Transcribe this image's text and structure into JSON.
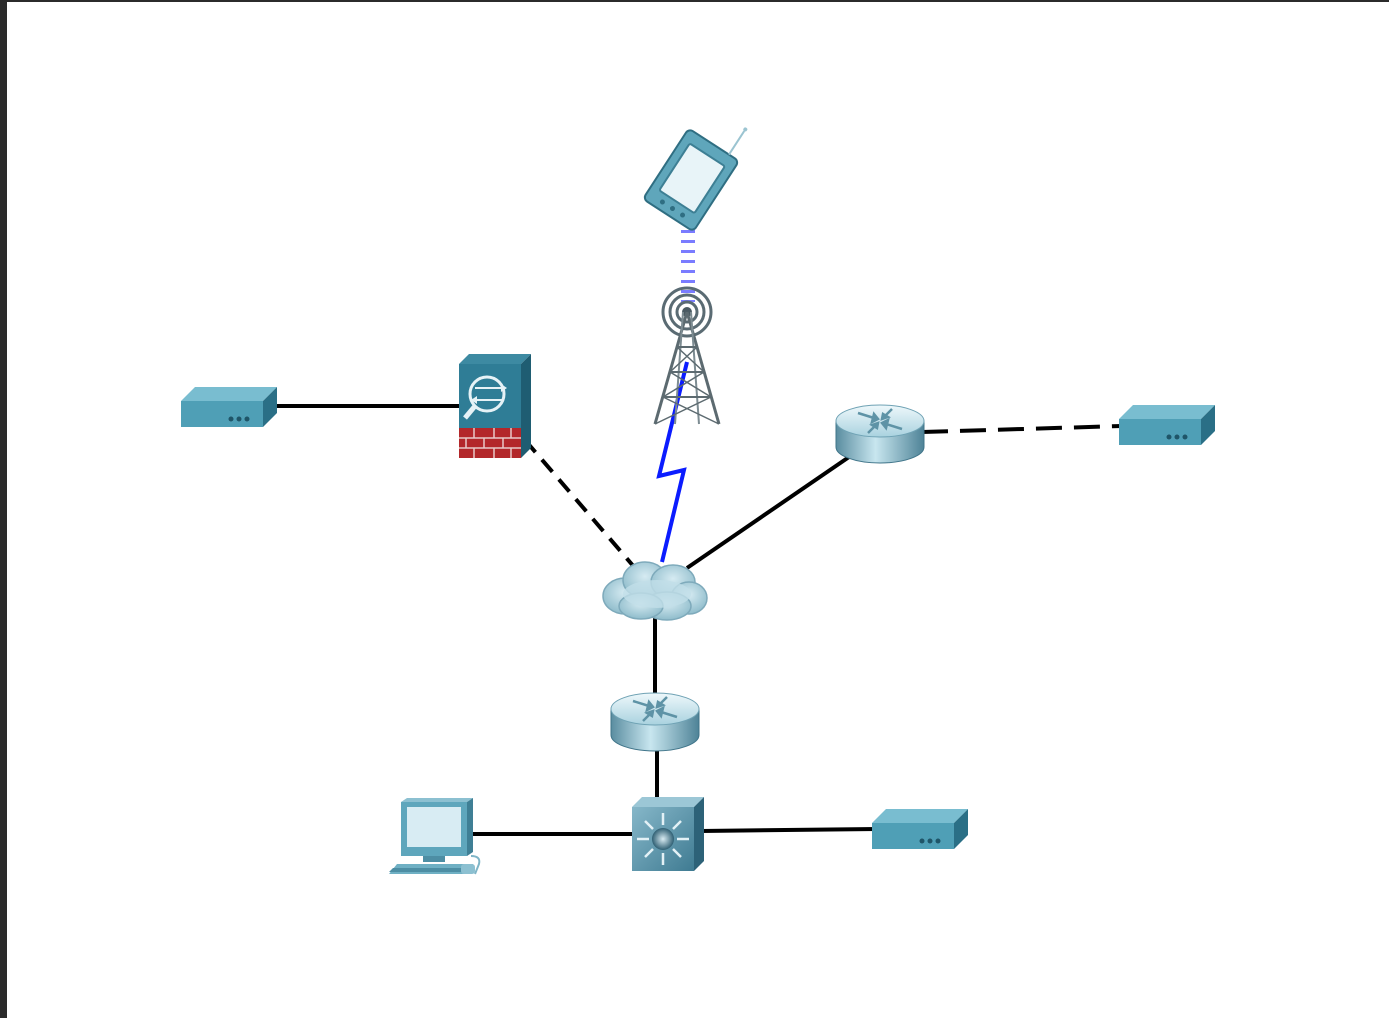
{
  "diagram": {
    "background": "#ffffff",
    "frame_color": "#2b2b2b",
    "device_color": "#5aa8bd",
    "links": [
      {
        "from": "modem-left",
        "to": "firewall",
        "type": "straight-through"
      },
      {
        "from": "firewall",
        "to": "cloud",
        "type": "crossover"
      },
      {
        "from": "cell-tower",
        "to": "cloud",
        "type": "serial"
      },
      {
        "from": "phone",
        "to": "cell-tower",
        "type": "wireless"
      },
      {
        "from": "router-right",
        "to": "cloud",
        "type": "straight-through"
      },
      {
        "from": "router-right",
        "to": "modem-right",
        "type": "crossover"
      },
      {
        "from": "cloud",
        "to": "router-bottom",
        "type": "straight-through"
      },
      {
        "from": "router-bottom",
        "to": "switch",
        "type": "straight-through"
      },
      {
        "from": "pc",
        "to": "switch",
        "type": "straight-through"
      },
      {
        "from": "switch",
        "to": "modem-bottom",
        "type": "straight-through"
      }
    ],
    "nodes": [
      {
        "id": "phone",
        "icon": "smartphone-icon"
      },
      {
        "id": "cell-tower",
        "icon": "cell-tower-icon"
      },
      {
        "id": "firewall",
        "icon": "firewall-icon"
      },
      {
        "id": "cloud",
        "icon": "cloud-icon"
      },
      {
        "id": "router-right",
        "icon": "router-icon"
      },
      {
        "id": "router-bottom",
        "icon": "router-icon"
      },
      {
        "id": "switch",
        "icon": "multilayer-switch-icon"
      },
      {
        "id": "pc",
        "icon": "pc-icon"
      },
      {
        "id": "modem-left",
        "icon": "modem-icon"
      },
      {
        "id": "modem-right",
        "icon": "modem-icon"
      },
      {
        "id": "modem-bottom",
        "icon": "modem-icon"
      }
    ]
  }
}
